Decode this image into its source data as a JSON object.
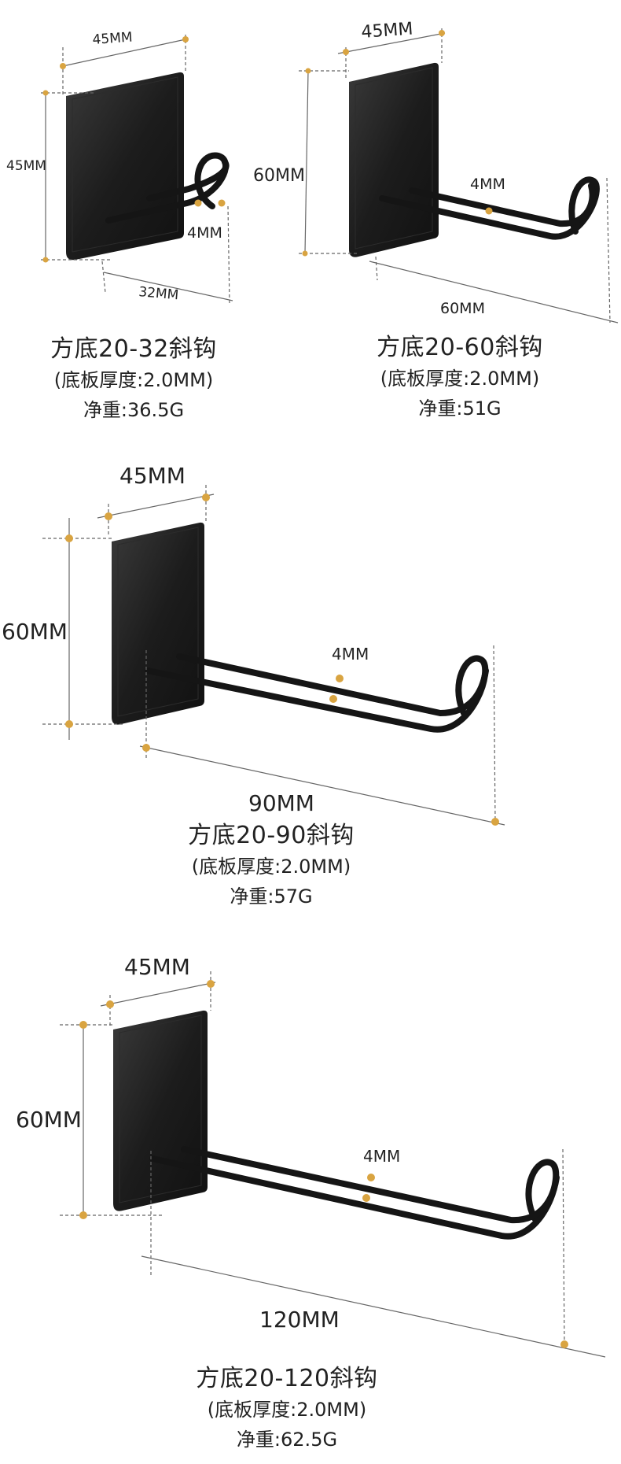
{
  "products": [
    {
      "dims": {
        "plate_width": "45MM",
        "plate_height": "45MM",
        "wire": "4MM",
        "length": "32MM"
      },
      "title": "方底20-32斜钩",
      "thickness": "(底板厚度:2.0MM)",
      "weight": "净重:36.5G"
    },
    {
      "dims": {
        "plate_width": "45MM",
        "plate_height": "60MM",
        "wire": "4MM",
        "length": "60MM"
      },
      "title": "方底20-60斜钩",
      "thickness": "(底板厚度:2.0MM)",
      "weight": "净重:51G"
    },
    {
      "dims": {
        "plate_width": "45MM",
        "plate_height": "60MM",
        "wire": "4MM",
        "length": "90MM"
      },
      "title": "方底20-90斜钩",
      "thickness": "(底板厚度:2.0MM)",
      "weight": "净重:57G"
    },
    {
      "dims": {
        "plate_width": "45MM",
        "plate_height": "60MM",
        "wire": "4MM",
        "length": "120MM"
      },
      "title": "方底20-120斜钩",
      "thickness": "(底板厚度:2.0MM)",
      "weight": "净重:62.5G"
    }
  ],
  "colors": {
    "product": "#1b1b1b",
    "dimension_line": "#666666",
    "marker": "#d9a441"
  }
}
